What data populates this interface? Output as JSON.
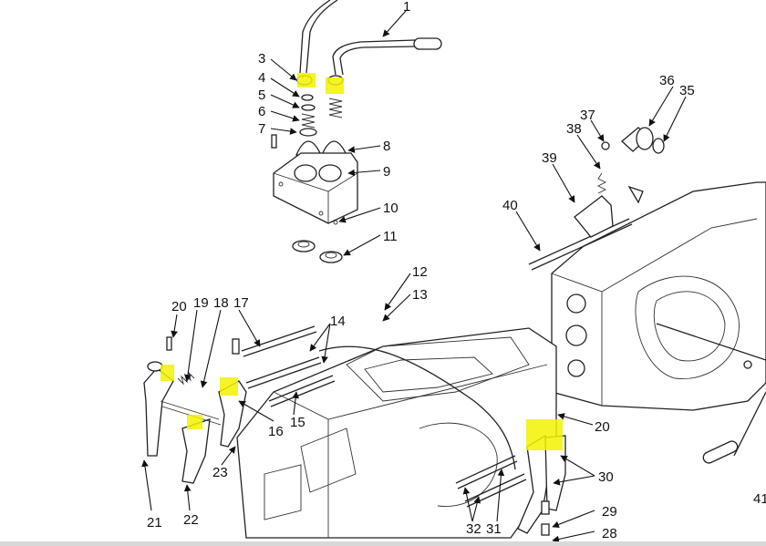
{
  "diagram": {
    "callouts": [
      "1",
      "3",
      "4",
      "5",
      "6",
      "7",
      "8",
      "9",
      "10",
      "11",
      "12",
      "13",
      "14",
      "15",
      "16",
      "17",
      "18",
      "19",
      "20",
      "21",
      "22",
      "23",
      "28",
      "29",
      "20",
      "30",
      "31",
      "32",
      "36",
      "35",
      "37",
      "38",
      "39",
      "40",
      "41"
    ],
    "highlight_color": "#f2f200",
    "line_color": "#222222"
  }
}
